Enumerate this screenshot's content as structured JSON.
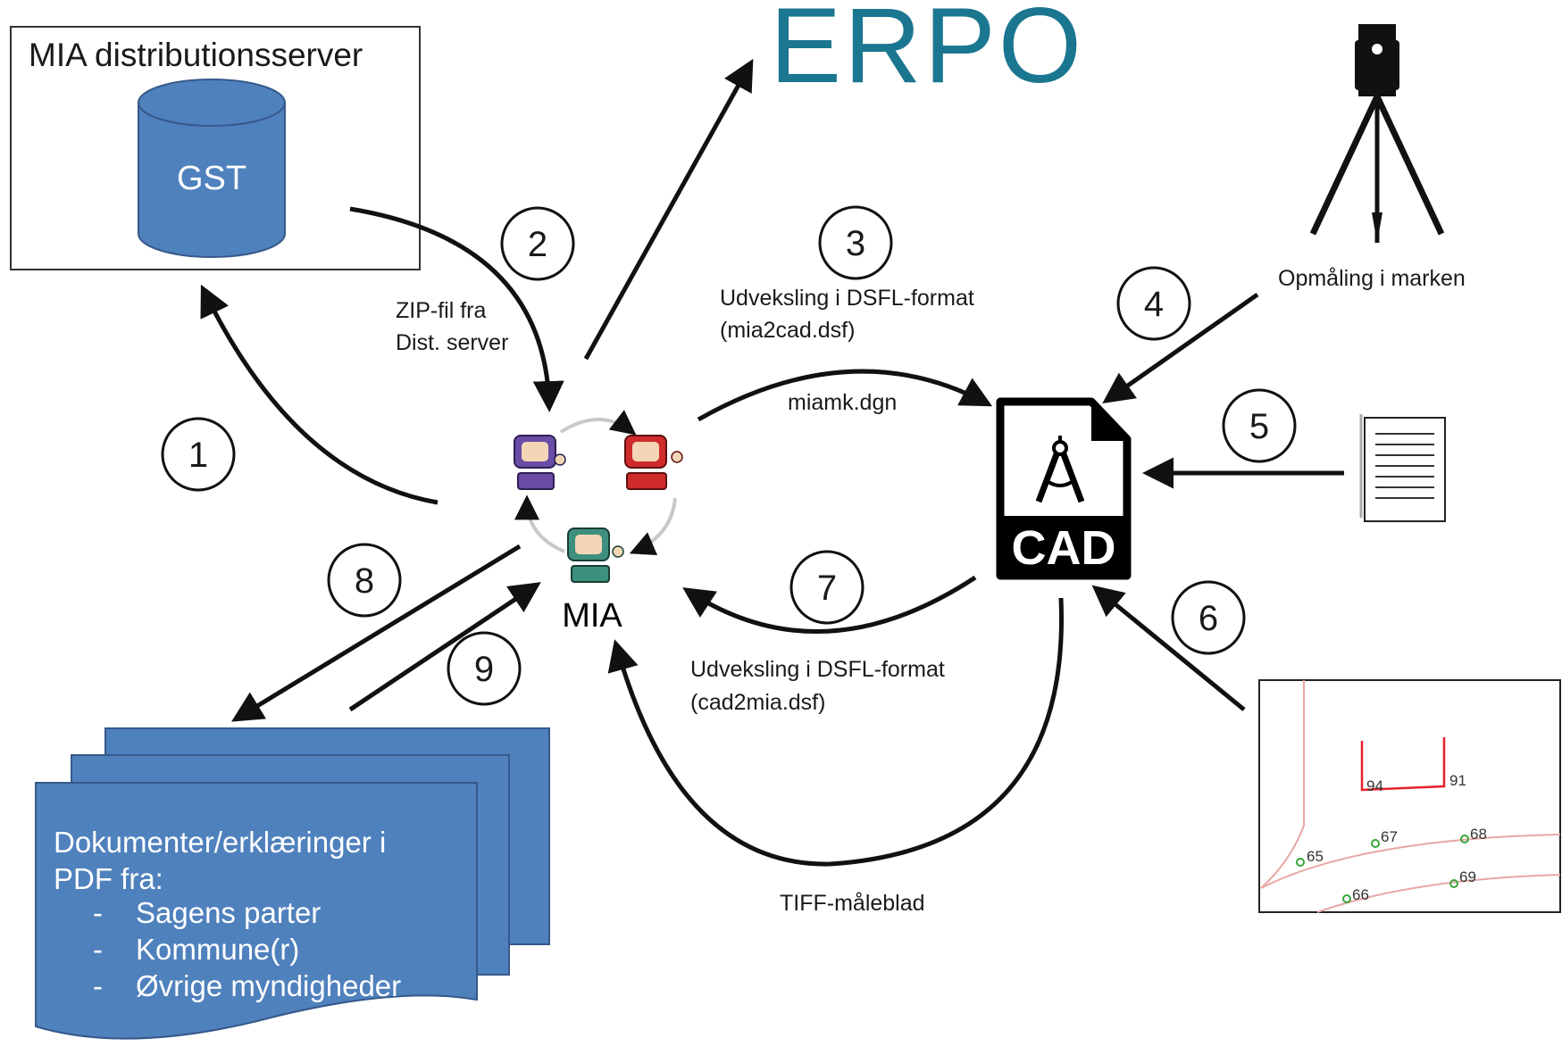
{
  "server_box": {
    "title": "MIA distributionsserver",
    "database_label": "GST"
  },
  "erpo_logo": {
    "text": "ERPO",
    "color": "#1b7690"
  },
  "mia": {
    "label": "MIA"
  },
  "cad": {
    "label": "CAD"
  },
  "survey": {
    "label": "Opmåling i marken"
  },
  "documents": {
    "heading_line1": "Dokumenter/erklæringer i",
    "heading_line2": "PDF fra:",
    "items": [
      "Sagens parter",
      "Kommune(r)",
      "Øvrige myndigheder"
    ],
    "bullet": "-",
    "fill_color": "#4f81bd"
  },
  "edge_labels": {
    "zip_line1": "ZIP-fil fra",
    "zip_line2": "Dist. server",
    "dsfl_out_line1": "Udveksling i DSFL-format",
    "dsfl_out_line2": "(mia2cad.dsf)",
    "miamk": "miamk.dgn",
    "dsfl_in_line1": "Udveksling i DSFL-format",
    "dsfl_in_line2": "(cad2mia.dsf)",
    "tiff": "TIFF-måleblad"
  },
  "step_numbers": [
    "1",
    "2",
    "3",
    "4",
    "5",
    "6",
    "7",
    "8",
    "9"
  ],
  "map_points": {
    "p94": "94",
    "p91": "91",
    "p65": "65",
    "p67": "67",
    "p68": "68",
    "p66": "66",
    "p69": "69"
  },
  "colors": {
    "database": "#4f81bd",
    "map_red": "#e8202a",
    "map_point": "#3aa53a"
  }
}
